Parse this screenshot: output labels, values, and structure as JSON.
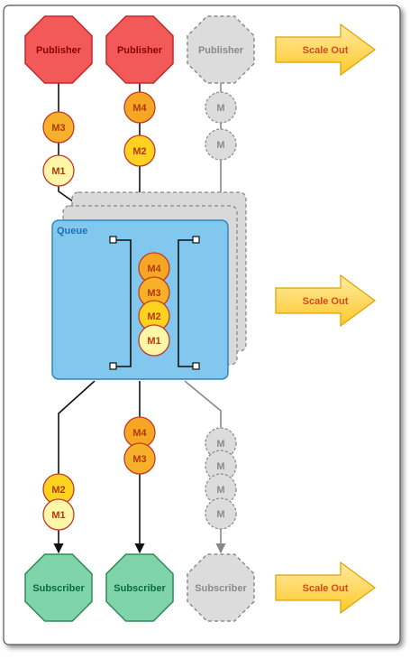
{
  "publishers": [
    {
      "label": "Publisher",
      "state": "active"
    },
    {
      "label": "Publisher",
      "state": "active"
    },
    {
      "label": "Publisher",
      "state": "scaled"
    }
  ],
  "subscribers": [
    {
      "label": "Subscriber",
      "state": "active"
    },
    {
      "label": "Subscriber",
      "state": "active"
    },
    {
      "label": "Subscriber",
      "state": "scaled"
    }
  ],
  "queue": {
    "label": "Queue",
    "messages": [
      "M4",
      "M3",
      "M2",
      "M1"
    ]
  },
  "publisher_messages": [
    [
      "M3",
      "M1"
    ],
    [
      "M4",
      "M2"
    ],
    [
      "M",
      "M"
    ]
  ],
  "subscriber_messages": [
    [
      "M2",
      "M1"
    ],
    [
      "M4",
      "M3"
    ],
    [
      "M",
      "M",
      "M",
      "M"
    ]
  ],
  "scale_out_arrows": [
    "Scale Out",
    "Scale Out",
    "Scale Out"
  ],
  "colors": {
    "publisher_fill": "#f25a5a",
    "publisher_stroke": "#c62828",
    "subscriber_fill": "#7fd4a9",
    "subscriber_stroke": "#2e8b57",
    "ghost_fill": "#dcdcdc",
    "ghost_stroke": "#8c8c8c",
    "queue_fill": "#82c8ee",
    "queue_stroke": "#2e86c1",
    "msg_orange": "#f5a623",
    "msg_yellow": "#ffd21f",
    "msg_pale": "#fff6a8",
    "arrow_fill": "#ffd84a",
    "arrow_text": "#d44a1a",
    "publisher_text": "#8b0000",
    "subscriber_text": "#0b6b3a"
  }
}
